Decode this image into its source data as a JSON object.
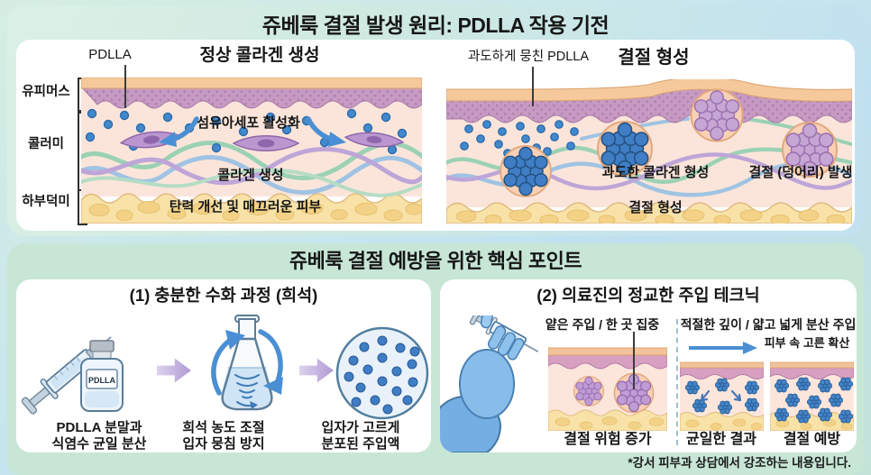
{
  "colors": {
    "section_mint": "#c7e6d6",
    "panel_white": "#ffffff",
    "text_dark": "#161616",
    "particle_blue": "#3f7dc4",
    "nodule_purple": "#c6a6d4",
    "arrow_blue": "#4a8fd4",
    "arrow_purple": "#b19bd6",
    "skin_corneum": "#f5c99c",
    "skin_epidermis": "#c79ac3",
    "skin_dermis": "#fbe5da",
    "skin_fat": "#f8e2a8",
    "glove_blue": "#89bde9"
  },
  "mechanism": {
    "title": "쥬베룩 결절 발생 원리: PDLLA 작용 기전",
    "layers": [
      "유피머스",
      "콜러미",
      "하부덕미"
    ],
    "normal": {
      "particle_label": "PDLLA",
      "heading": "정상 콜라겐 생성",
      "step1": "섬유아세포 활성화",
      "step2": "콜라겐 생성",
      "result": "탄력 개선 및 매끄러운 피부"
    },
    "nodule": {
      "particle_label": "과도하게 뭉친 PDLLA",
      "heading": "결절 형성",
      "step1": "과도한 콜라겐 형성",
      "step2": "결절 (덩어리) 발생",
      "result": "결절 형성"
    }
  },
  "prevention": {
    "title": "쥬베룩 결절 예방을 위한 핵심 포인트",
    "hydration": {
      "title": "(1) 충분한 수화 과정 (희석)",
      "vial_label": "PDLLA",
      "captions": [
        [
          "PDLLA 분말과",
          "식염수 균일 분산"
        ],
        [
          "희석 농도 조절",
          "입자 뭉침 방지"
        ],
        [
          "입자가 고르게",
          "분포된 주입액"
        ]
      ]
    },
    "technique": {
      "title": "(2) 의료진의 정교한 주입 테크닉",
      "risky_label": "얕은 주입 / 한 곳 집중",
      "risky_caption": "결절 위험 증가",
      "safe_label": "적절한 깊이 / 얇고 넓게 분산 주입",
      "spread_label": "피부 속 고른 확산",
      "safe_caption1": "균일한 결과",
      "safe_caption2": "결절 예방"
    },
    "footnote": "*강서 피부과 상담에서 강조하는 내용입니다."
  }
}
